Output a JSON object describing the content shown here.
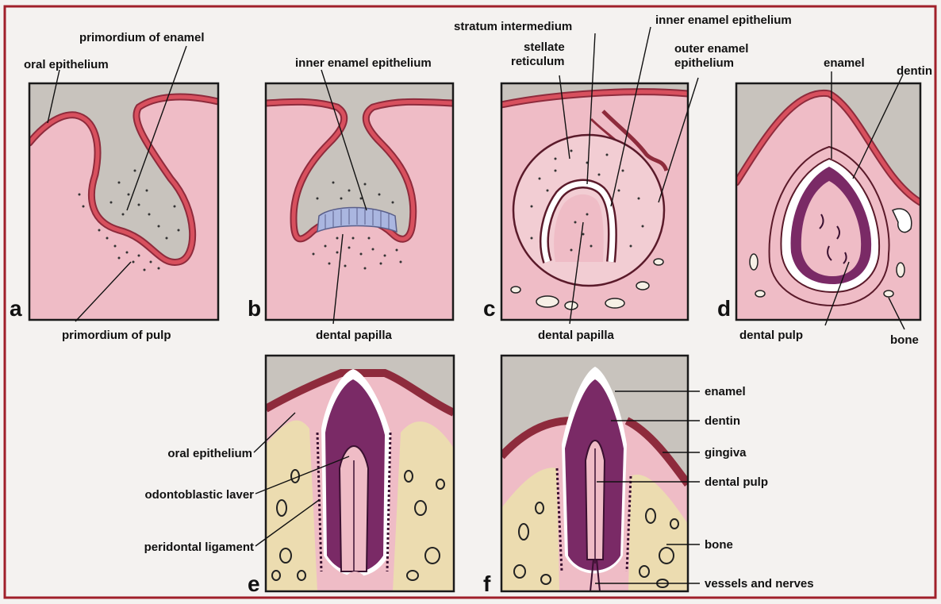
{
  "colors": {
    "background": "#f4f2f0",
    "border": "#a0202a",
    "mesenchyme": "#efbcc6",
    "oral_cavity": "#c8c3bd",
    "epithelium": "#8e2b3c",
    "enamel": "#f4f4f8",
    "dentin": "#7a2a66",
    "bone": "#ecdcb0"
  },
  "panels": [
    {
      "letter": "a"
    },
    {
      "letter": "b"
    },
    {
      "letter": "c"
    },
    {
      "letter": "d"
    },
    {
      "letter": "e"
    },
    {
      "letter": "f"
    }
  ],
  "labels": {
    "a_primordium_enamel": "primordium of enamel",
    "a_oral_epithelium": "oral epithelium",
    "a_primordium_pulp": "primordium of pulp",
    "b_inner_enamel_epithelium": "inner enamel epithelium",
    "b_dental_papilla": "dental papilla",
    "c_stratum_intermedium": "stratum intermedium",
    "c_stellate_line1": "stellate",
    "c_stellate_line2": "reticulum",
    "c_inner_enamel_epithelium": "inner enamel epithelium",
    "c_outer_enamel_line1": "outer enamel",
    "c_outer_enamel_line2": "epithelium",
    "c_dental_papilla": "dental papilla",
    "d_enamel": "enamel",
    "d_dentin": "dentin",
    "d_dental_pulp": "dental pulp",
    "d_bone": "bone",
    "e_oral_epithelium": "oral epithelium",
    "e_odontoblastic_layer": "odontoblastic laver",
    "e_periodontal_ligament": "peridontal ligament",
    "f_enamel": "enamel",
    "f_dentin": "dentin",
    "f_gingiva": "gingiva",
    "f_dental_pulp": "dental pulp",
    "f_bone": "bone",
    "f_vessels_nerves": "vessels and nerves"
  }
}
